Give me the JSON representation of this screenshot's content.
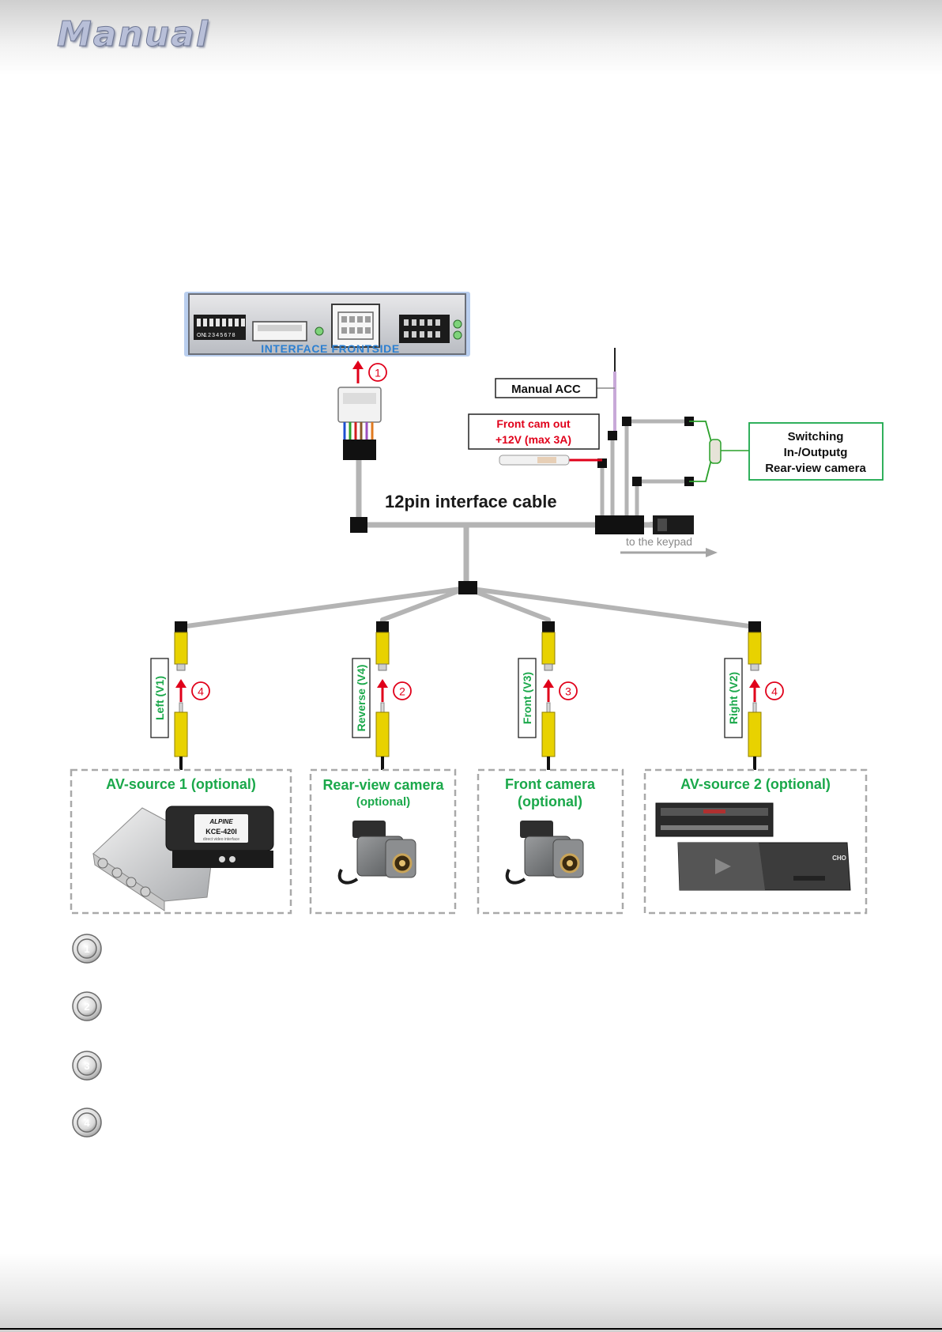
{
  "header": {
    "brand": "Manual"
  },
  "diagram": {
    "interface_label": "INTERFACE FRONTSIDE",
    "cable_label": "12pin interface cable",
    "manual_acc": "Manual ACC",
    "front_cam_out_line1": "Front cam out",
    "front_cam_out_line2": "+12V (max 3A)",
    "switching_line1": "Switching",
    "switching_line2": "In-/Outputg",
    "switching_line3": "Rear-view camera",
    "keypad": "to the keypad",
    "dip_on": "ON",
    "dip_numbers": "12345678",
    "step1": "1",
    "inputs": [
      {
        "label": "Left (V1)",
        "step": "4"
      },
      {
        "label": "Reverse (V4)",
        "step": "2"
      },
      {
        "label": "Front  (V3)",
        "step": "3"
      },
      {
        "label": "Right  (V2)",
        "step": "4"
      }
    ],
    "sources": [
      {
        "title": "AV-source 1 (optional)",
        "subtitle": ""
      },
      {
        "title": "Rear-view camera",
        "subtitle": "(optional)"
      },
      {
        "title": "Front camera",
        "subtitle": "(optional)"
      },
      {
        "title": "AV-source 2 (optional)",
        "subtitle": ""
      }
    ],
    "product_label_brand": "ALPINE",
    "product_label_model": "KCE-420I",
    "product_label_sub": "direct video interface",
    "changer_logo": "CHO"
  },
  "legend": {
    "badges": [
      "1",
      "2",
      "3",
      "4"
    ]
  },
  "colors": {
    "accent_green": "#1aa84a",
    "accent_red": "#e0001a",
    "interface_blue": "#2c7fd0",
    "cable_gray": "#b4b4b4"
  }
}
